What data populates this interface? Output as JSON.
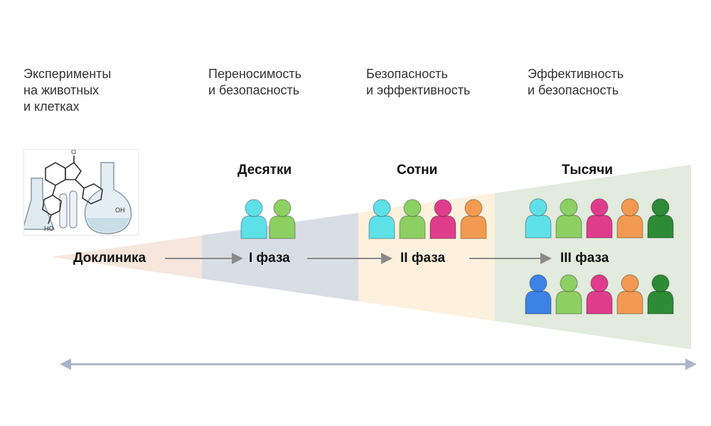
{
  "stages": [
    {
      "id": "preclinical",
      "description": "Эксперименты\nна животных\nи клетках",
      "count_label": "",
      "phase_label": "Доклиника",
      "people": [],
      "band_color": "#f6e6dc"
    },
    {
      "id": "phase1",
      "description": "Переносимость\nи безопасность",
      "count_label": "Десятки",
      "phase_label": "I фаза",
      "people": [
        [
          "#5ee0e8",
          "#8ccf63"
        ]
      ],
      "band_color": "#d9dde4"
    },
    {
      "id": "phase2",
      "description": "Безопасность\nи эффективность",
      "count_label": "Сотни",
      "phase_label": "II фаза",
      "people": [
        [
          "#5ee0e8",
          "#8ccf63",
          "#e03c8c",
          "#f29a52"
        ]
      ],
      "band_color": "#fcf1dc"
    },
    {
      "id": "phase3",
      "description": "Эффективность\nи безопасность",
      "count_label": "Тысячи",
      "phase_label": "III фаза",
      "people": [
        [
          "#5ee0e8",
          "#8ccf63",
          "#e03c8c",
          "#f29a52",
          "#2d8a35"
        ],
        [
          "#3c82e6",
          "#8ccf63",
          "#e03c8c",
          "#f29a52",
          "#2d8a35"
        ]
      ],
      "band_color": "#e2ebde"
    }
  ],
  "colors": {
    "timeline": "#a9b3c9",
    "phase_arrow": "#8a8a8a"
  },
  "icons": {
    "illustration": "laboratory-glassware-icon",
    "person": "person-icon"
  }
}
